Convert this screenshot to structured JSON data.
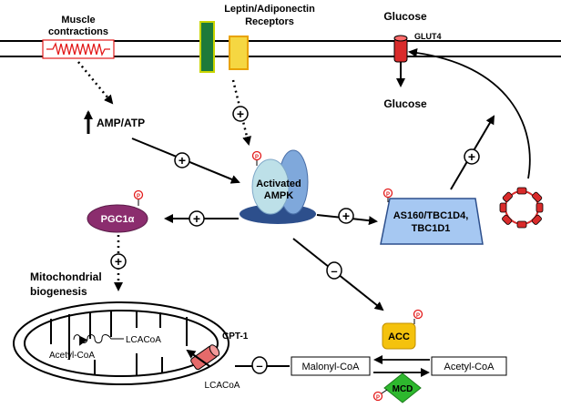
{
  "labels": {
    "muscle_contractions_line1": "Muscle",
    "muscle_contractions_line2": "contractions",
    "receptors_line1": "Leptin/Adiponectin",
    "receptors_line2": "Receptors",
    "glucose_top": "Glucose",
    "glut4": "GLUT4",
    "glucose_bottom": "Glucose",
    "amp_atp": "AMP/ATP",
    "ampk_line1": "Activated",
    "ampk_line2": "AMPK",
    "pgc1a": "PGC1α",
    "as160_line1": "AS160/TBC1D4,",
    "as160_line2": "TBC1D1",
    "mito_line1": "Mitochondrial",
    "mito_line2": "biogenesis",
    "lcacoa_inner": "LCACoA",
    "acetylcoa_inner": "Acetyl-CoA",
    "cpt1": "CPT-1",
    "lcacoa_outer": "LCACoA",
    "acc": "ACC",
    "malonyl_coa": "Malonyl-CoA",
    "acetyl_coa": "Acetyl-CoA",
    "mcd": "MCD",
    "phospho": "P",
    "plus": "+",
    "minus": "–"
  },
  "colors": {
    "pgc1a_fill": "#8b2d6e",
    "ampk_fill": "#2d4f8c",
    "ampk_light": "#bde0e8",
    "ampk_mid": "#7fa8db",
    "as160_fill": "#a6c8f2",
    "acc_fill": "#f4c20d",
    "mcd_fill": "#2eb82e",
    "receptor_green": "#1d7a3a",
    "receptor_yellow": "#f5d742",
    "glut4_red": "#d92b2b",
    "phospho_red": "#e31b1b"
  }
}
